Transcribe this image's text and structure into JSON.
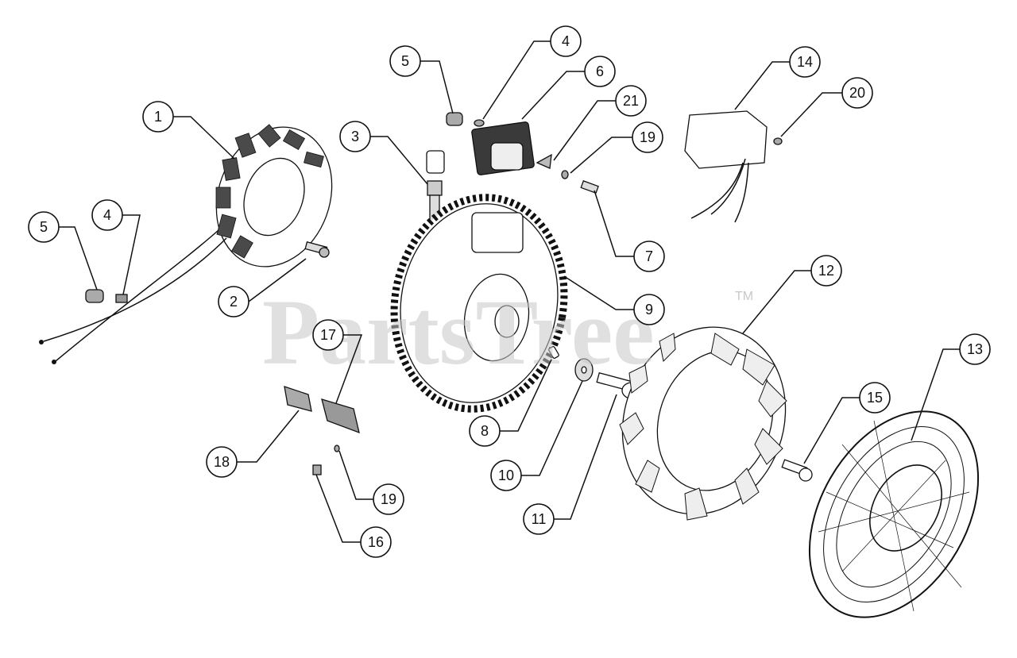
{
  "diagram": {
    "watermark": "PartsTree",
    "trademark": "TM",
    "callouts": [
      {
        "id": "c1",
        "label": "1"
      },
      {
        "id": "c2",
        "label": "2"
      },
      {
        "id": "c3",
        "label": "3"
      },
      {
        "id": "c4a",
        "label": "4"
      },
      {
        "id": "c4b",
        "label": "4"
      },
      {
        "id": "c5a",
        "label": "5"
      },
      {
        "id": "c5b",
        "label": "5"
      },
      {
        "id": "c6",
        "label": "6"
      },
      {
        "id": "c7",
        "label": "7"
      },
      {
        "id": "c8",
        "label": "8"
      },
      {
        "id": "c9",
        "label": "9"
      },
      {
        "id": "c10",
        "label": "10"
      },
      {
        "id": "c11",
        "label": "11"
      },
      {
        "id": "c12",
        "label": "12"
      },
      {
        "id": "c13",
        "label": "13"
      },
      {
        "id": "c14",
        "label": "14"
      },
      {
        "id": "c15",
        "label": "15"
      },
      {
        "id": "c16",
        "label": "16"
      },
      {
        "id": "c17",
        "label": "17"
      },
      {
        "id": "c18",
        "label": "18"
      },
      {
        "id": "c19a",
        "label": "19"
      },
      {
        "id": "c19b",
        "label": "19"
      },
      {
        "id": "c20",
        "label": "20"
      },
      {
        "id": "c21",
        "label": "21"
      }
    ]
  }
}
